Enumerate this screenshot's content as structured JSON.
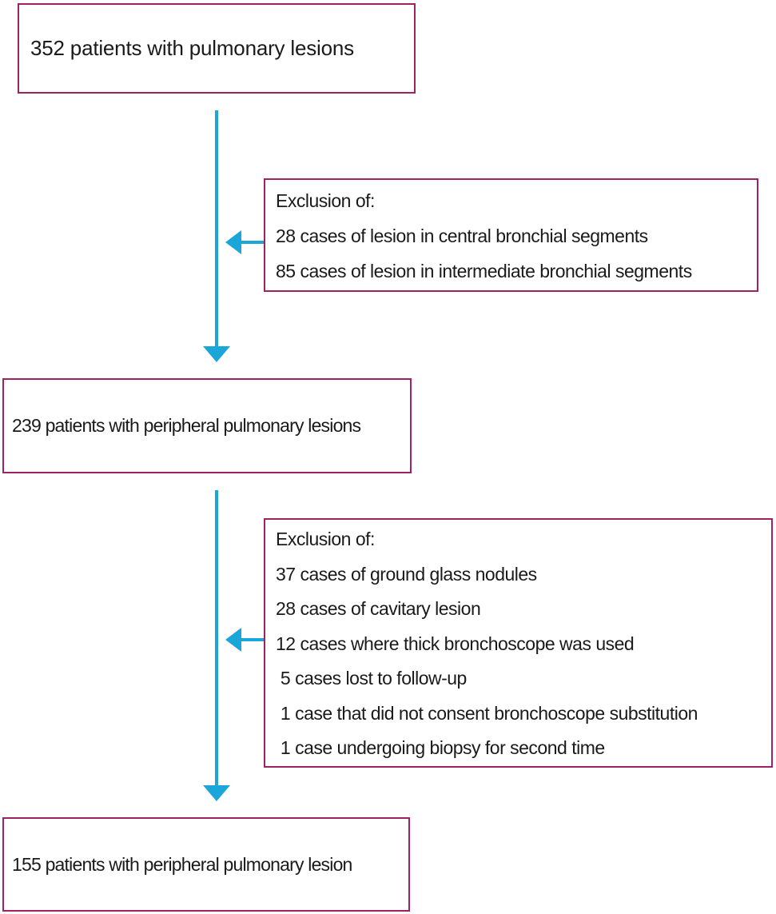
{
  "colors": {
    "box_border": "#9E2364",
    "arrow": "#1BA6DA",
    "text": "#1A1A1A",
    "background": "#FFFFFF"
  },
  "diagram": {
    "top_box": {
      "text": "352 patients with pulmonary lesions"
    },
    "exclusion_box_1": {
      "lines": [
        "Exclusion of:",
        "28 cases of lesion in central bronchial segments",
        "85 cases of lesion in intermediate bronchial segments"
      ]
    },
    "middle_box": {
      "text": "239 patients with peripheral pulmonary lesions"
    },
    "exclusion_box_2": {
      "lines": [
        "Exclusion of:",
        "37 cases of ground glass nodules",
        "28 cases of cavitary lesion",
        "12 cases where thick bronchoscope was used",
        " 5 cases lost to follow-up",
        " 1 case that did not consent bronchoscope substitution",
        " 1 case undergoing biopsy for second time"
      ]
    },
    "bottom_box": {
      "text": "155 patients with peripheral pulmonary lesion"
    }
  }
}
